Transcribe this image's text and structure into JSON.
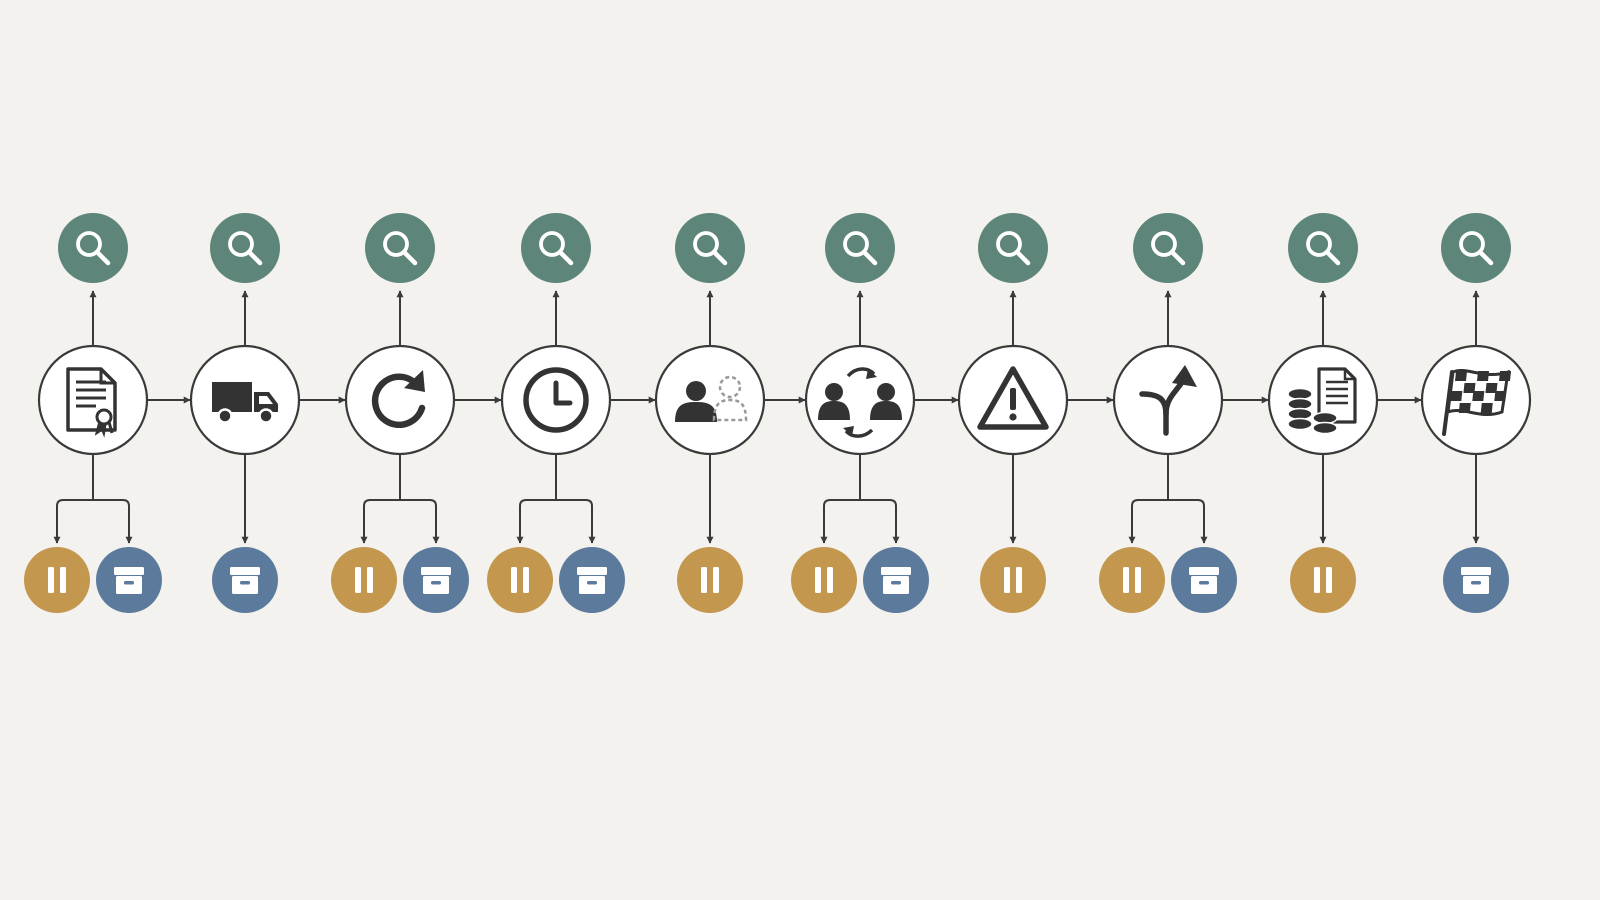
{
  "colors": {
    "background": "#f3f2ee",
    "line": "#3a3a3a",
    "node_fill": "#ffffff",
    "inspect": "#5e8579",
    "pause": "#c4974f",
    "archive": "#5c7a9c",
    "glyph_light": "#ffffff",
    "icon_dark": "#333333"
  },
  "stages": [
    {
      "name": "certificate",
      "icon": "certificate-document-icon",
      "inspect": true,
      "pause": true,
      "archive": true
    },
    {
      "name": "shipping",
      "icon": "delivery-truck-icon",
      "inspect": true,
      "pause": false,
      "archive": true
    },
    {
      "name": "retry",
      "icon": "refresh-icon",
      "inspect": true,
      "pause": true,
      "archive": true
    },
    {
      "name": "wait",
      "icon": "clock-icon",
      "inspect": true,
      "pause": true,
      "archive": true
    },
    {
      "name": "assign",
      "icon": "user-placeholder-icon",
      "inspect": true,
      "pause": true,
      "archive": false
    },
    {
      "name": "handoff",
      "icon": "user-exchange-icon",
      "inspect": true,
      "pause": true,
      "archive": true
    },
    {
      "name": "warning",
      "icon": "warning-icon",
      "inspect": true,
      "pause": true,
      "archive": false
    },
    {
      "name": "branch",
      "icon": "branch-arrow-icon",
      "inspect": true,
      "pause": true,
      "archive": true
    },
    {
      "name": "billing",
      "icon": "coins-document-icon",
      "inspect": true,
      "pause": true,
      "archive": false
    },
    {
      "name": "finish",
      "icon": "checkered-flag-icon",
      "inspect": true,
      "pause": false,
      "archive": true
    }
  ]
}
